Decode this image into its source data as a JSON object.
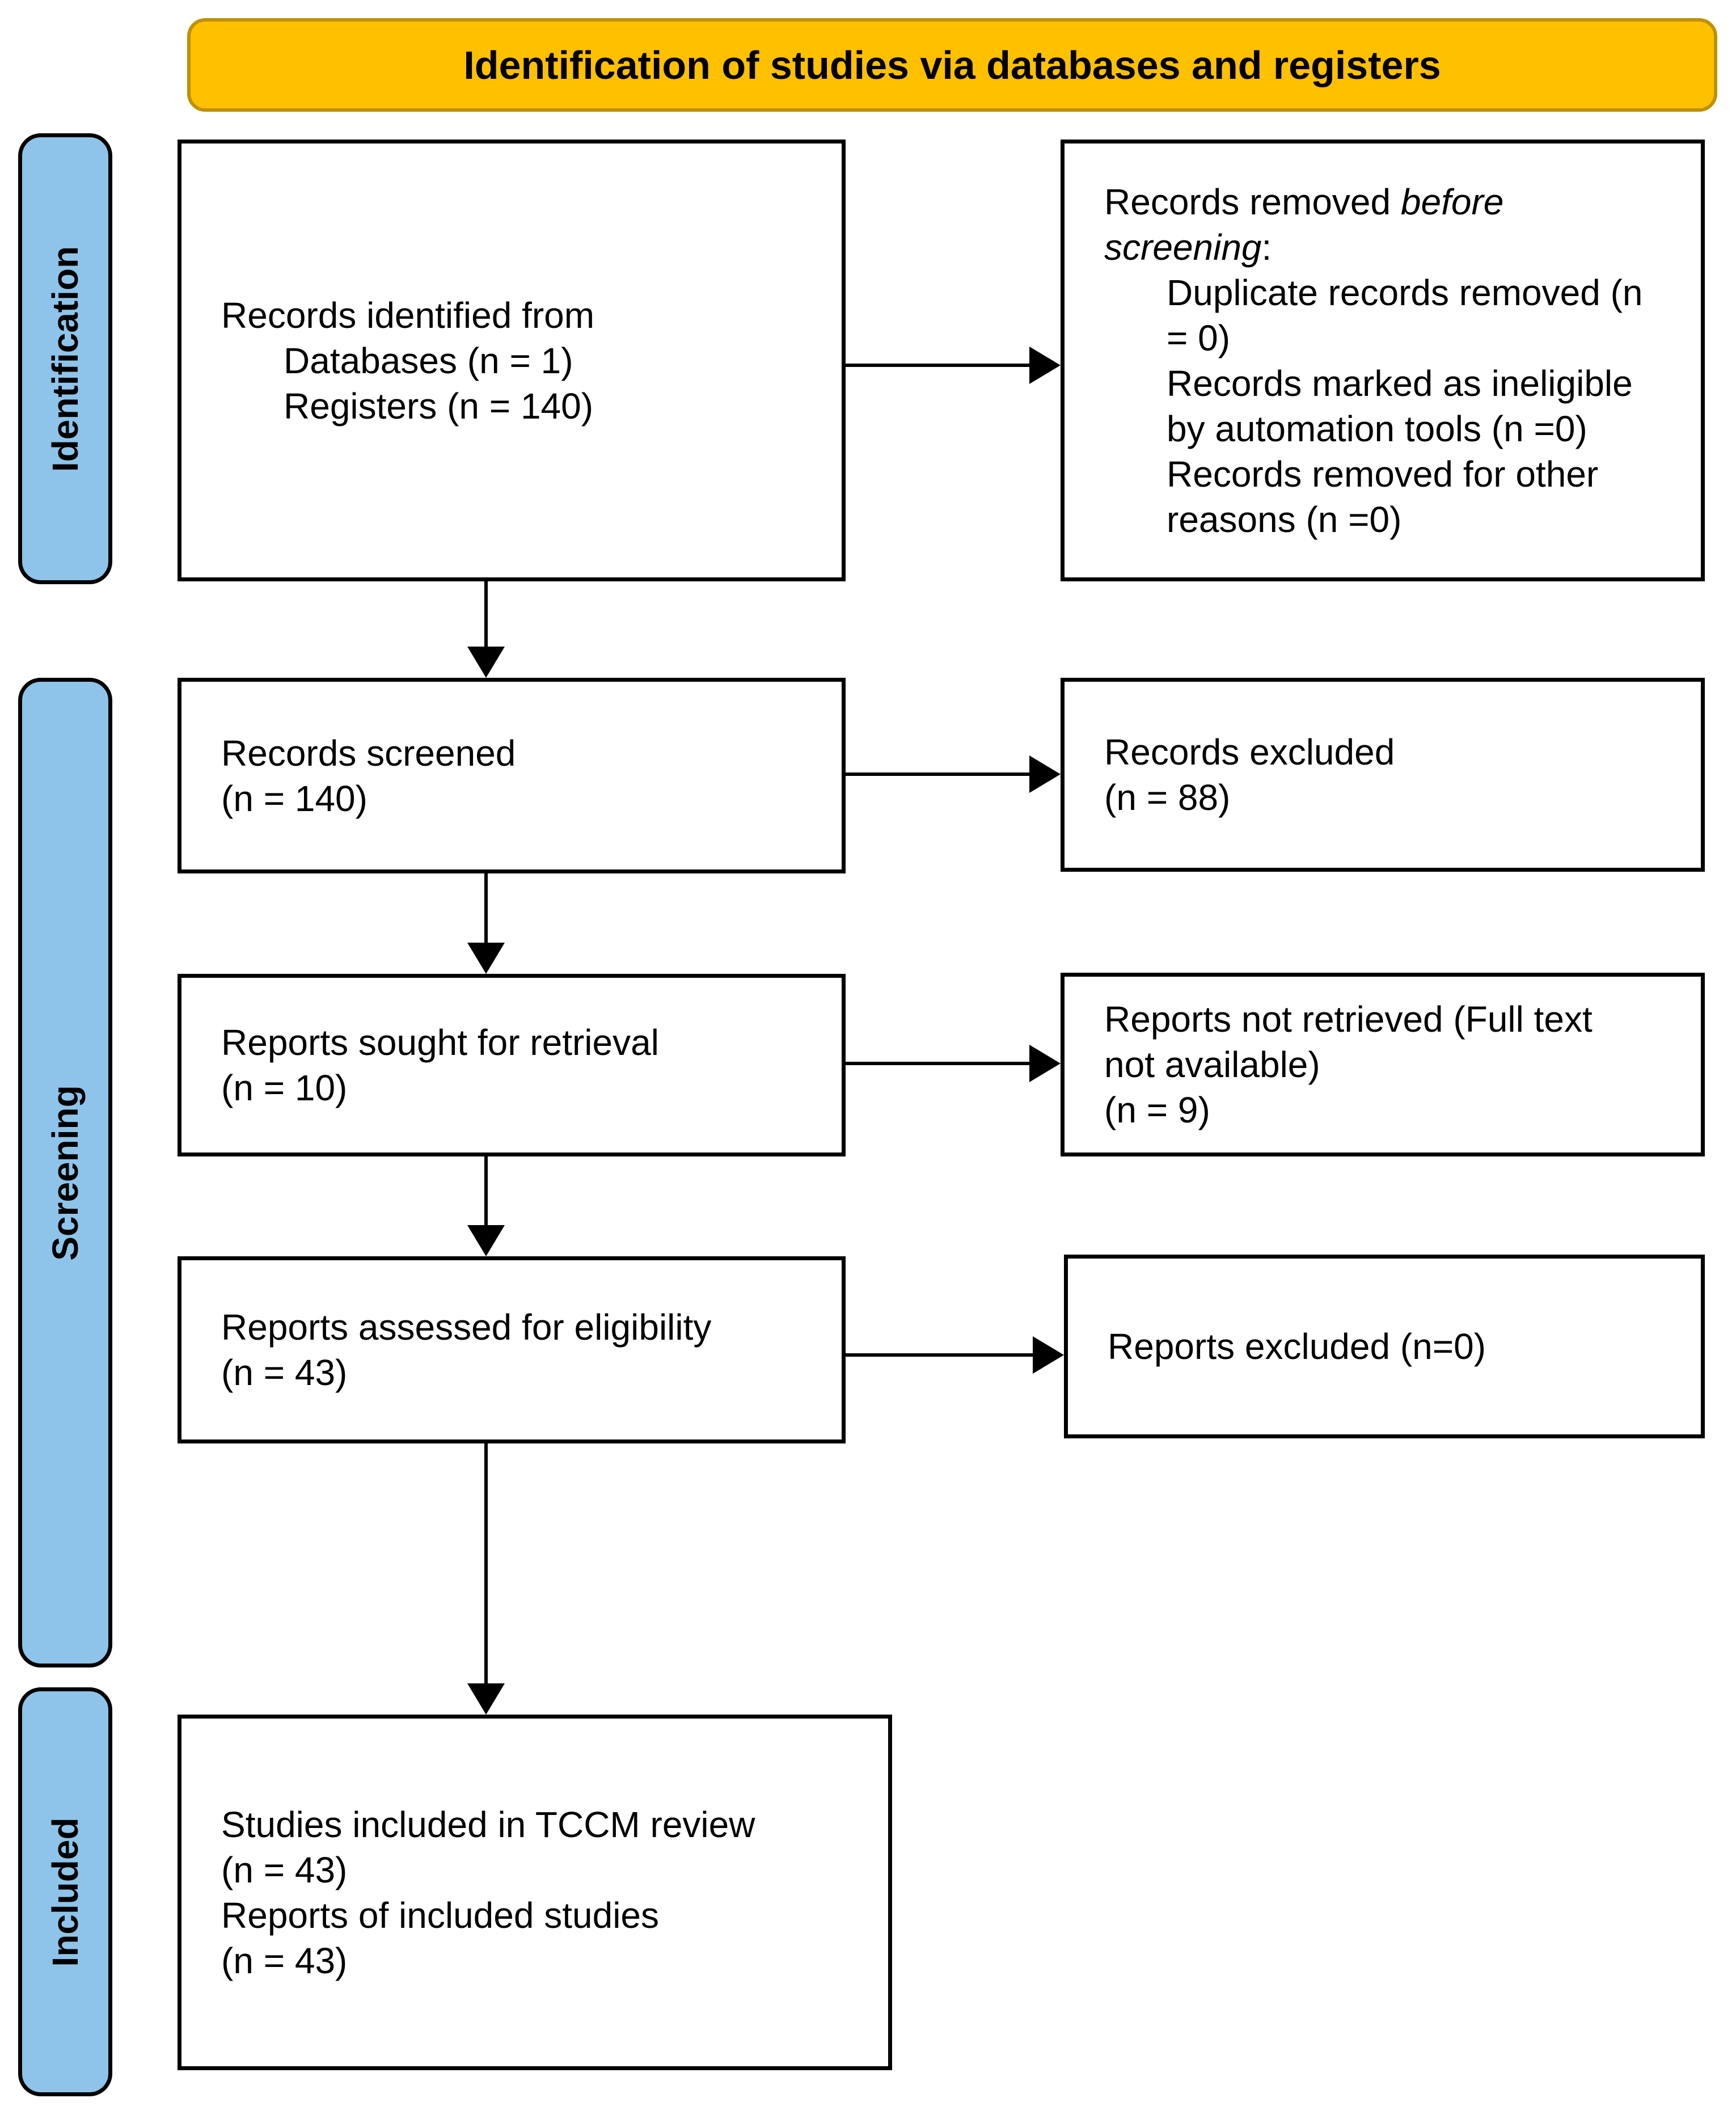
{
  "title_banner": {
    "label": "Identification of studies via databases and registers"
  },
  "sidebar": {
    "identification": "Identification",
    "screening": "Screening",
    "included": "Included"
  },
  "boxes": {
    "identified": {
      "heading": "Records identified from",
      "databases": "Databases (n = 1)",
      "registers": "Registers (n = 140)"
    },
    "records_removed": {
      "intro_regular": "Records removed ",
      "intro_italic": "before screening",
      "intro_tail": ":",
      "duplicates": "Duplicate records removed (n = 0)",
      "ineligible": "Records marked as ineligible by automation tools (n =0)",
      "other": "Records removed for other reasons (n =0)"
    },
    "screened": {
      "label": "Records screened",
      "count": "(n = 140)"
    },
    "records_excluded": {
      "label": "Records excluded",
      "count": "(n = 88)"
    },
    "sought": {
      "label": "Reports sought for retrieval",
      "count": "(n = 10)"
    },
    "not_retrieved": {
      "label": "Reports not retrieved (Full text not available)",
      "count": "(n = 9)"
    },
    "assessed": {
      "label": "Reports assessed for eligibility",
      "count": "(n = 43)"
    },
    "reports_excluded": {
      "label": "Reports excluded (n=0)"
    },
    "included_studies": {
      "line1": "Studies included in TCCM review",
      "line2": "(n = 43)",
      "line3": "Reports of included studies",
      "line4": "(n = 43)"
    }
  },
  "colors": {
    "banner_fill": "#FFC000",
    "banner_border": "#BF9000",
    "sidebar_fill": "#8EC4E9",
    "outline": "#000000",
    "text": "#000000"
  }
}
